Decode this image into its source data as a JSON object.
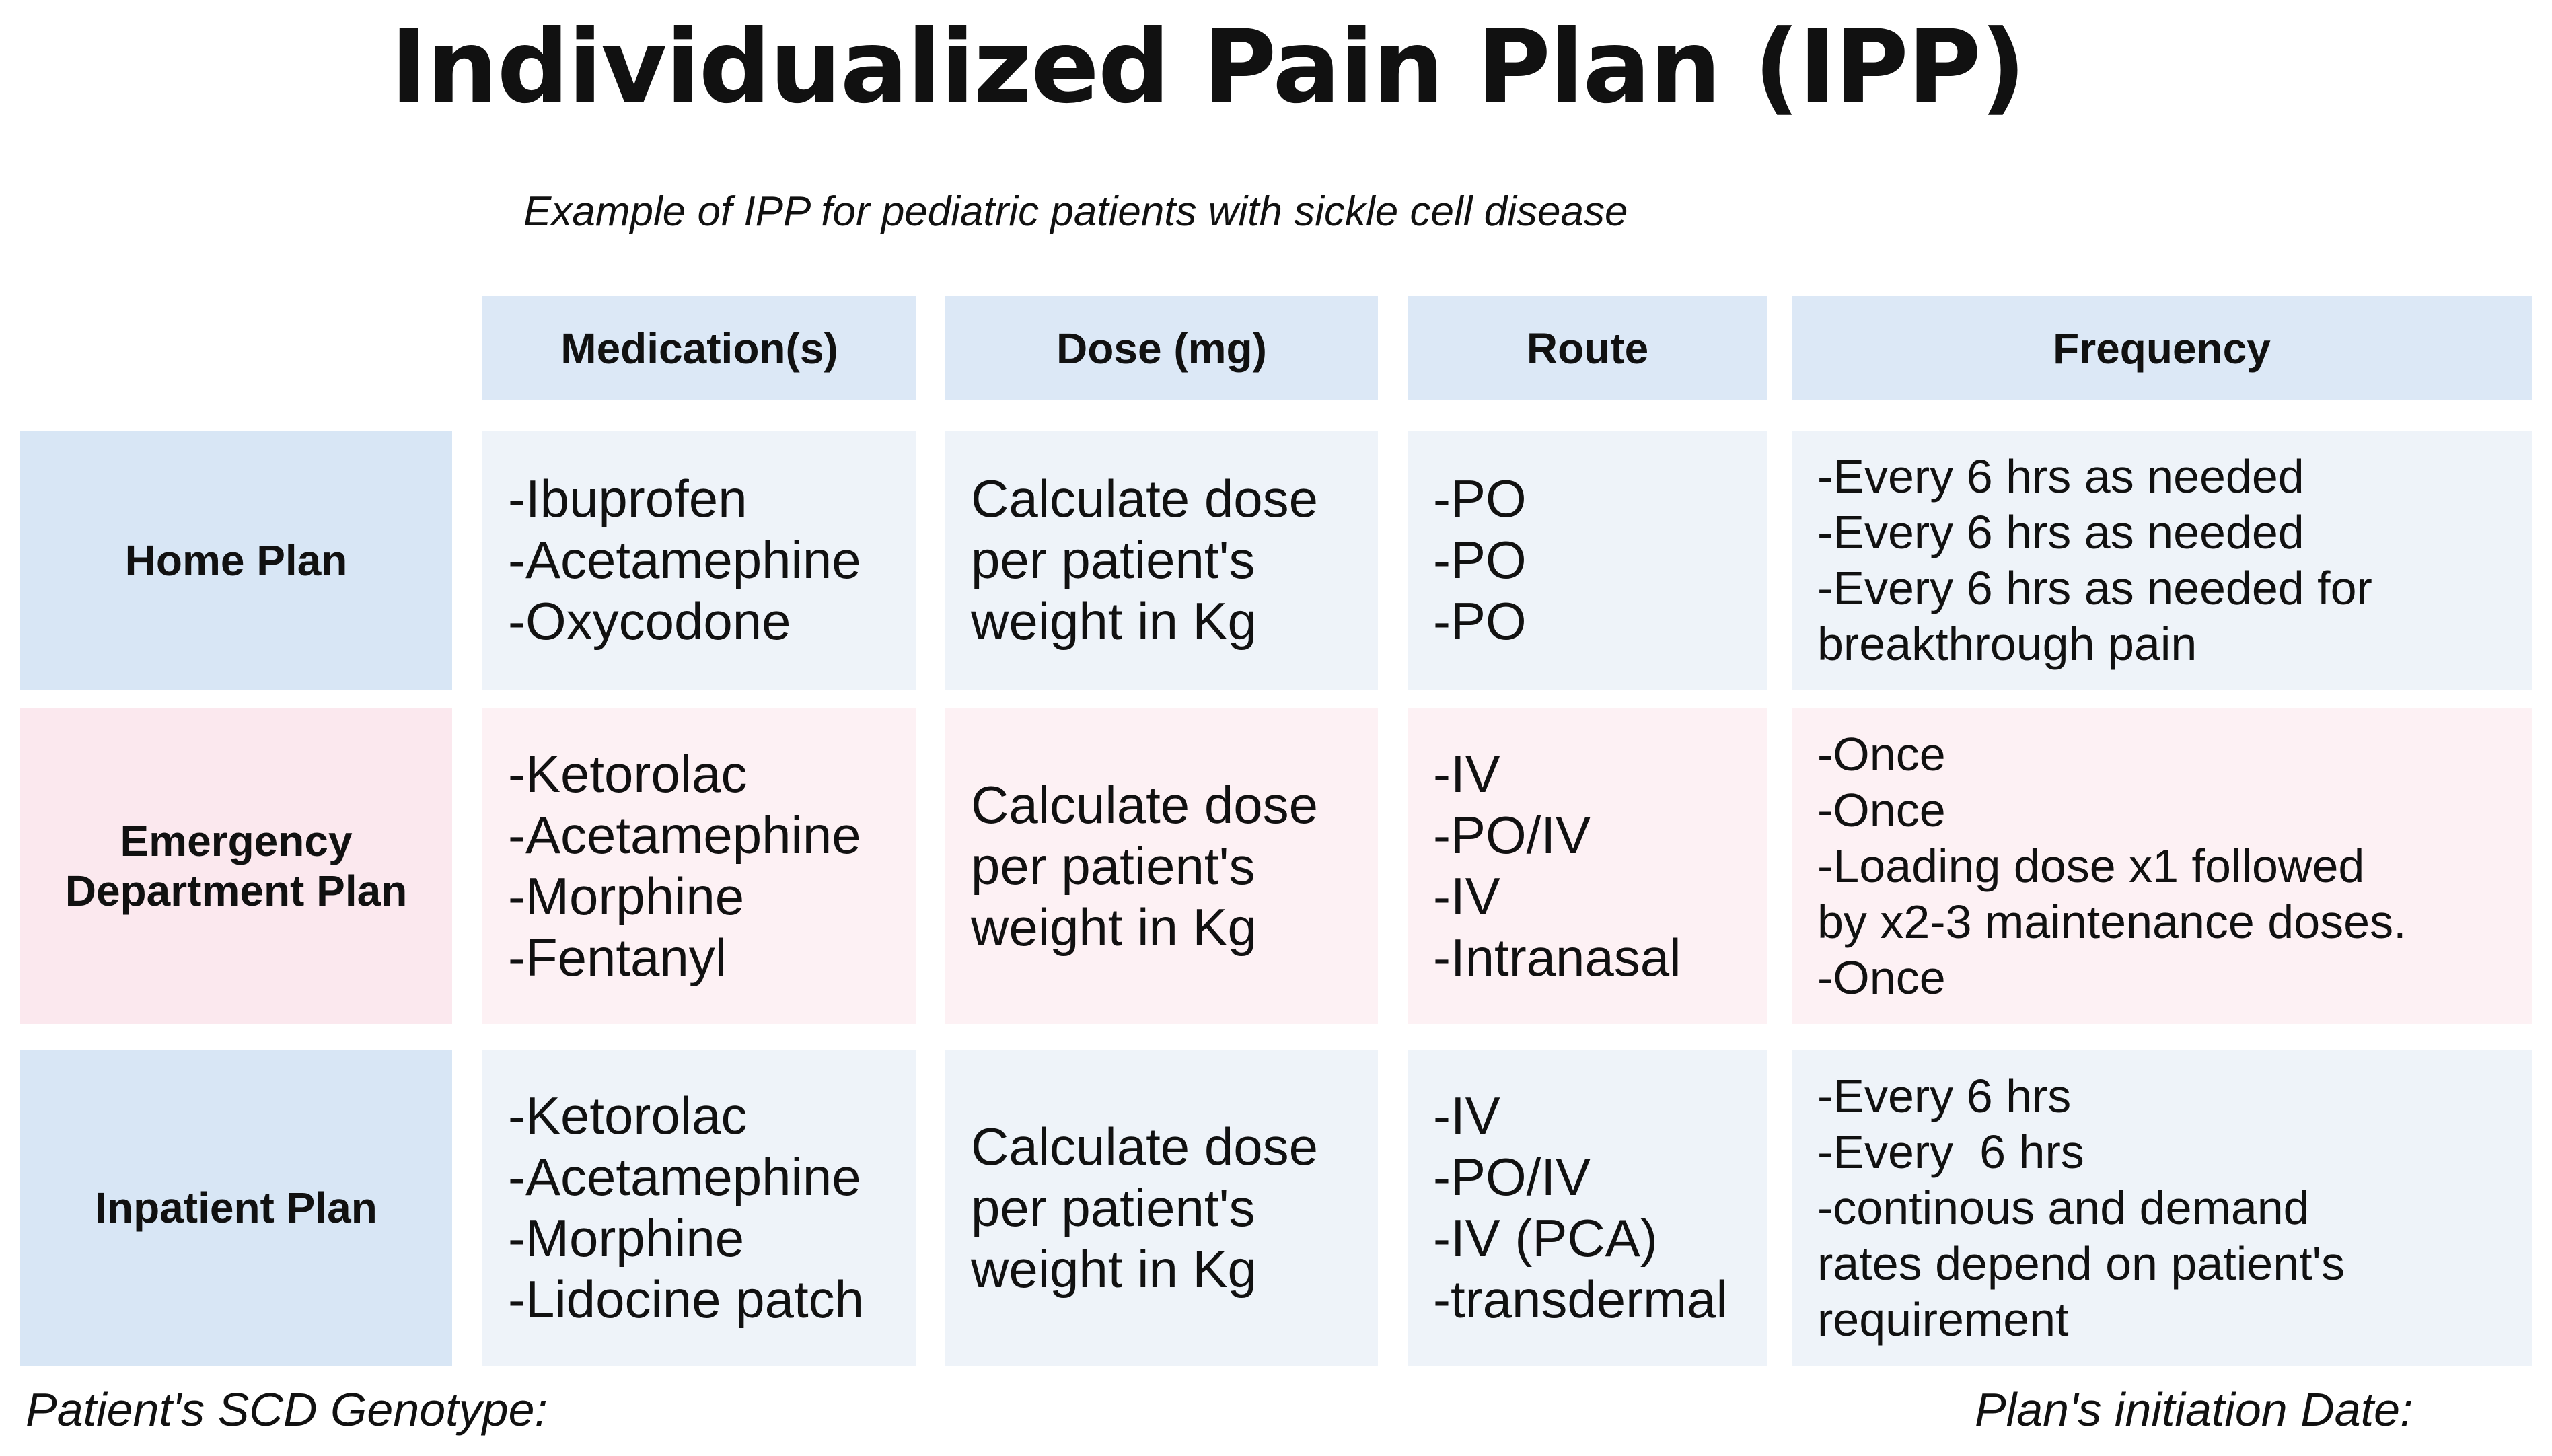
{
  "title": "Individualized Pain Plan (IPP)",
  "subtitle": "Example of IPP for pediatric patients with sickle cell disease",
  "table": {
    "columns": [
      "Medication(s)",
      "Dose (mg)",
      "Route",
      "Frequency"
    ],
    "rows": [
      {
        "label": "Home Plan",
        "medications": [
          "-Ibuprofen",
          "-Acetamephine",
          "-Oxycodone"
        ],
        "dose": "Calculate dose per patient's weight in Kg",
        "route": [
          "-PO",
          "-PO",
          "-PO"
        ],
        "frequency": [
          "-Every 6 hrs as needed",
          "-Every 6 hrs as needed",
          "-Every 6 hrs as needed for",
          "breakthrough pain"
        ]
      },
      {
        "label": "Emergency Department Plan",
        "medications": [
          "-Ketorolac",
          "-Acetamephine",
          "-Morphine",
          "-Fentanyl"
        ],
        "dose": "Calculate dose per patient's weight in Kg",
        "route": [
          "-IV",
          "-PO/IV",
          "-IV",
          "-Intranasal"
        ],
        "frequency": [
          "-Once",
          "-Once",
          "-Loading dose x1 followed",
          "by x2-3 maintenance doses.",
          "-Once"
        ]
      },
      {
        "label": "Inpatient Plan",
        "medications": [
          "-Ketorolac",
          "-Acetamephine",
          "-Morphine",
          "-Lidocine patch"
        ],
        "dose": "Calculate dose per patient's weight in Kg",
        "route": [
          "-IV",
          "-PO/IV",
          "-IV (PCA)",
          "-transdermal"
        ],
        "frequency": [
          "-Every 6 hrs",
          "-Every  6 hrs",
          "-continous and demand",
          "rates depend on patient's",
          "requirement"
        ]
      }
    ]
  },
  "footer": {
    "genotype_label": "Patient's SCD Genotype:",
    "date_label": "Plan's initiation Date:"
  }
}
